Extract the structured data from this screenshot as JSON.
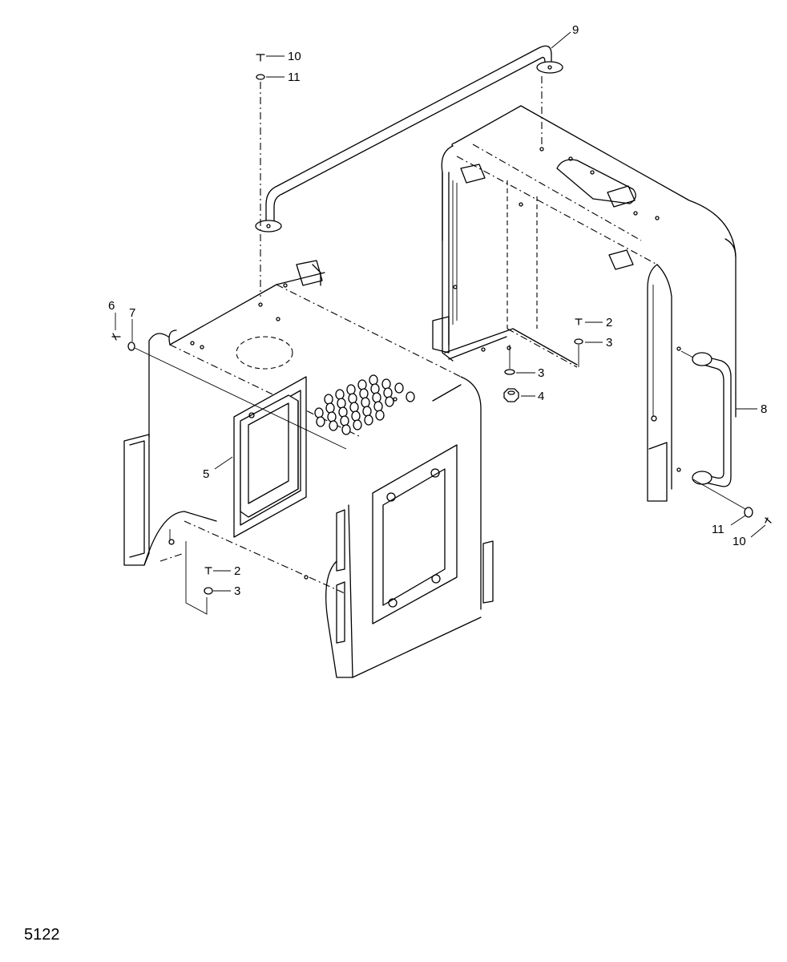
{
  "figure": {
    "sheet_number": "5122",
    "callouts": [
      {
        "id": "c9",
        "label": "9"
      },
      {
        "id": "c10-top",
        "label": "10"
      },
      {
        "id": "c11-top",
        "label": "11"
      },
      {
        "id": "c6",
        "label": "6"
      },
      {
        "id": "c7",
        "label": "7"
      },
      {
        "id": "c2-right",
        "label": "2"
      },
      {
        "id": "c3-right-a",
        "label": "3"
      },
      {
        "id": "c3-right-b",
        "label": "3"
      },
      {
        "id": "c4",
        "label": "4"
      },
      {
        "id": "c8",
        "label": "8"
      },
      {
        "id": "c5",
        "label": "5"
      },
      {
        "id": "c2-left",
        "label": "2"
      },
      {
        "id": "c3-left",
        "label": "3"
      },
      {
        "id": "c11-bottom",
        "label": "11"
      },
      {
        "id": "c10-bottom",
        "label": "10"
      }
    ]
  }
}
